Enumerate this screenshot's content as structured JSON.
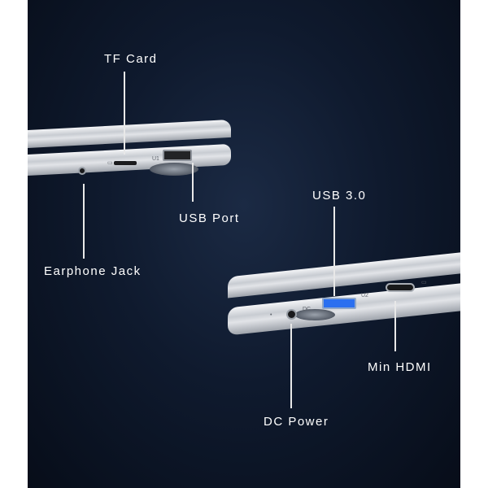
{
  "labels": {
    "tf_card": "TF Card",
    "usb_port": "USB Port",
    "earphone_jack": "Earphone Jack",
    "usb3": "USB 3.0",
    "min_hdmi": "Min HDMI",
    "dc_power": "DC Power"
  },
  "port_marks": {
    "u1": "U1",
    "u2": "U2",
    "dc": "DC"
  },
  "colors": {
    "background": "#0f1a2e",
    "usb3_accent": "#2a6ff0",
    "silver": "#c8ccd2"
  }
}
